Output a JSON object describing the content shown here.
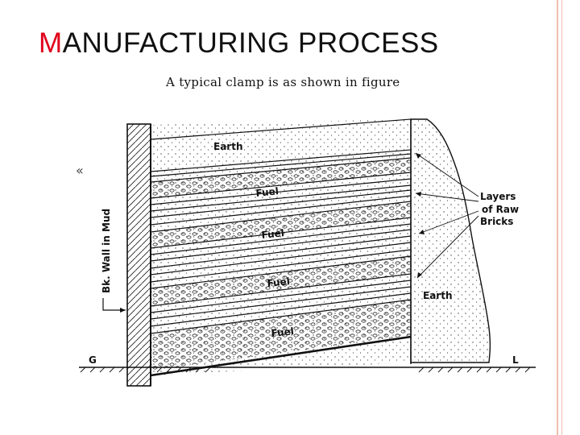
{
  "slide": {
    "title_first_letter": "M",
    "title_rest": "ANUFACTURING PROCESS",
    "caption": "A typical clamp is as shown in figure",
    "bullet_icon": "double-chevron-left-icon"
  },
  "figure": {
    "labels": {
      "earth_top": "Earth",
      "fuel_1": "Fuel",
      "fuel_2": "Fuel",
      "fuel_3": "Fuel",
      "fuel_4": "Fuel",
      "layers_line1": "Layers",
      "layers_line2": "of Raw",
      "layers_line3": "Bricks",
      "earth_right": "Earth",
      "wall": "Bk. Wall in Mud",
      "ground_left": "G",
      "ground_right": "L"
    },
    "colors": {
      "ink": "#111111",
      "title_accent": "#e0001a",
      "border": "#f0c0b0"
    }
  }
}
